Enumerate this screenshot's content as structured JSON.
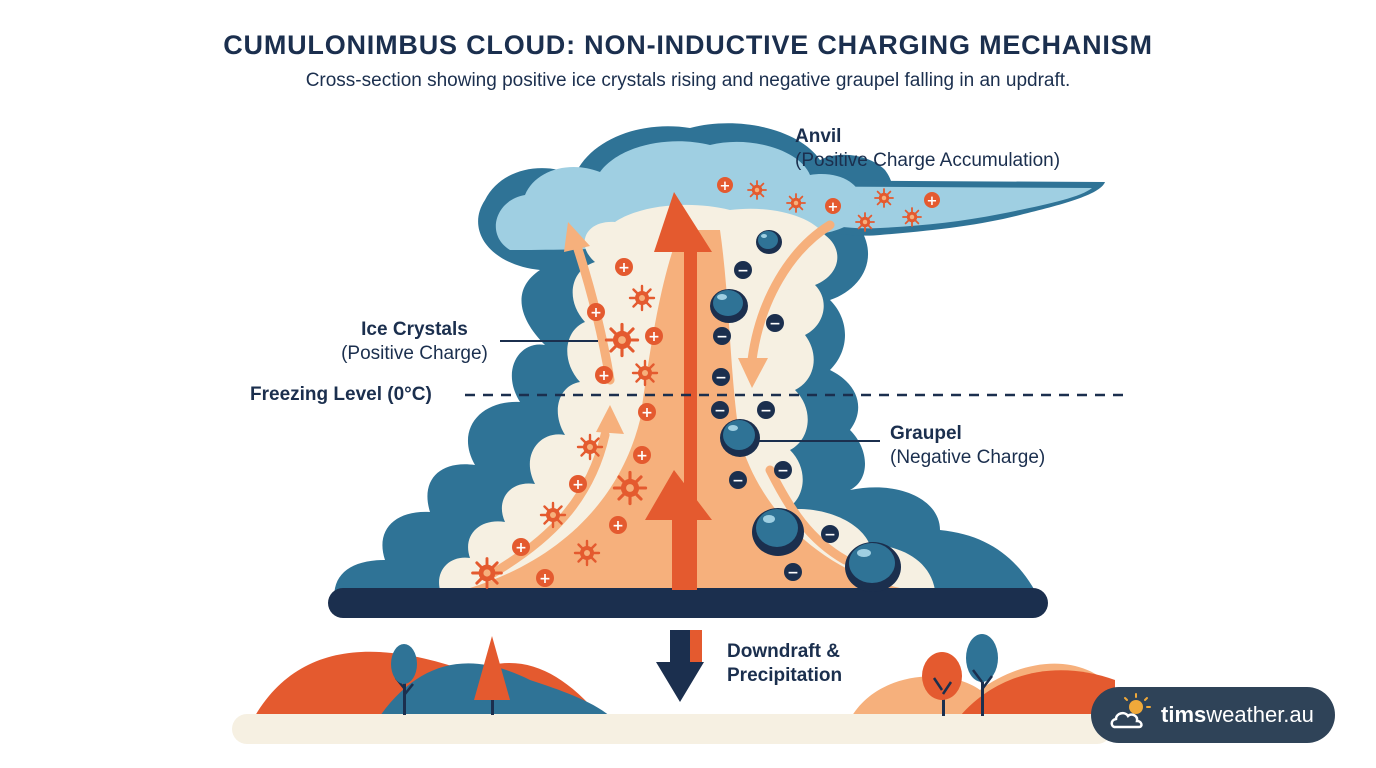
{
  "header": {
    "title": "CUMULONIMBUS CLOUD: NON-INDUCTIVE CHARGING MECHANISM",
    "subtitle": "Cross-section showing positive ice crystals rising and negative graupel falling in an updraft."
  },
  "labels": {
    "anvil": {
      "title": "Anvil",
      "detail": "(Positive Charge Accumulation)"
    },
    "ice_crystals": {
      "title": "Ice Crystals",
      "detail": "(Positive Charge)"
    },
    "freezing_level": "Freezing Level (0°C)",
    "graupel": {
      "title": "Graupel",
      "detail": "(Negative Charge)"
    },
    "downdraft": {
      "line1": "Downdraft &",
      "line2": "Precipitation"
    }
  },
  "symbols": {
    "positive": "+",
    "negative": "−"
  },
  "logo": {
    "brand": "tims",
    "rest": "weather.au"
  },
  "colors": {
    "navy": "#1b2f4e",
    "cloud_dark": "#2f7396",
    "cloud_light": "#9fcfe2",
    "cream": "#f6f0e2",
    "updraft": "#f6b07c",
    "orange": "#e45a2f"
  }
}
